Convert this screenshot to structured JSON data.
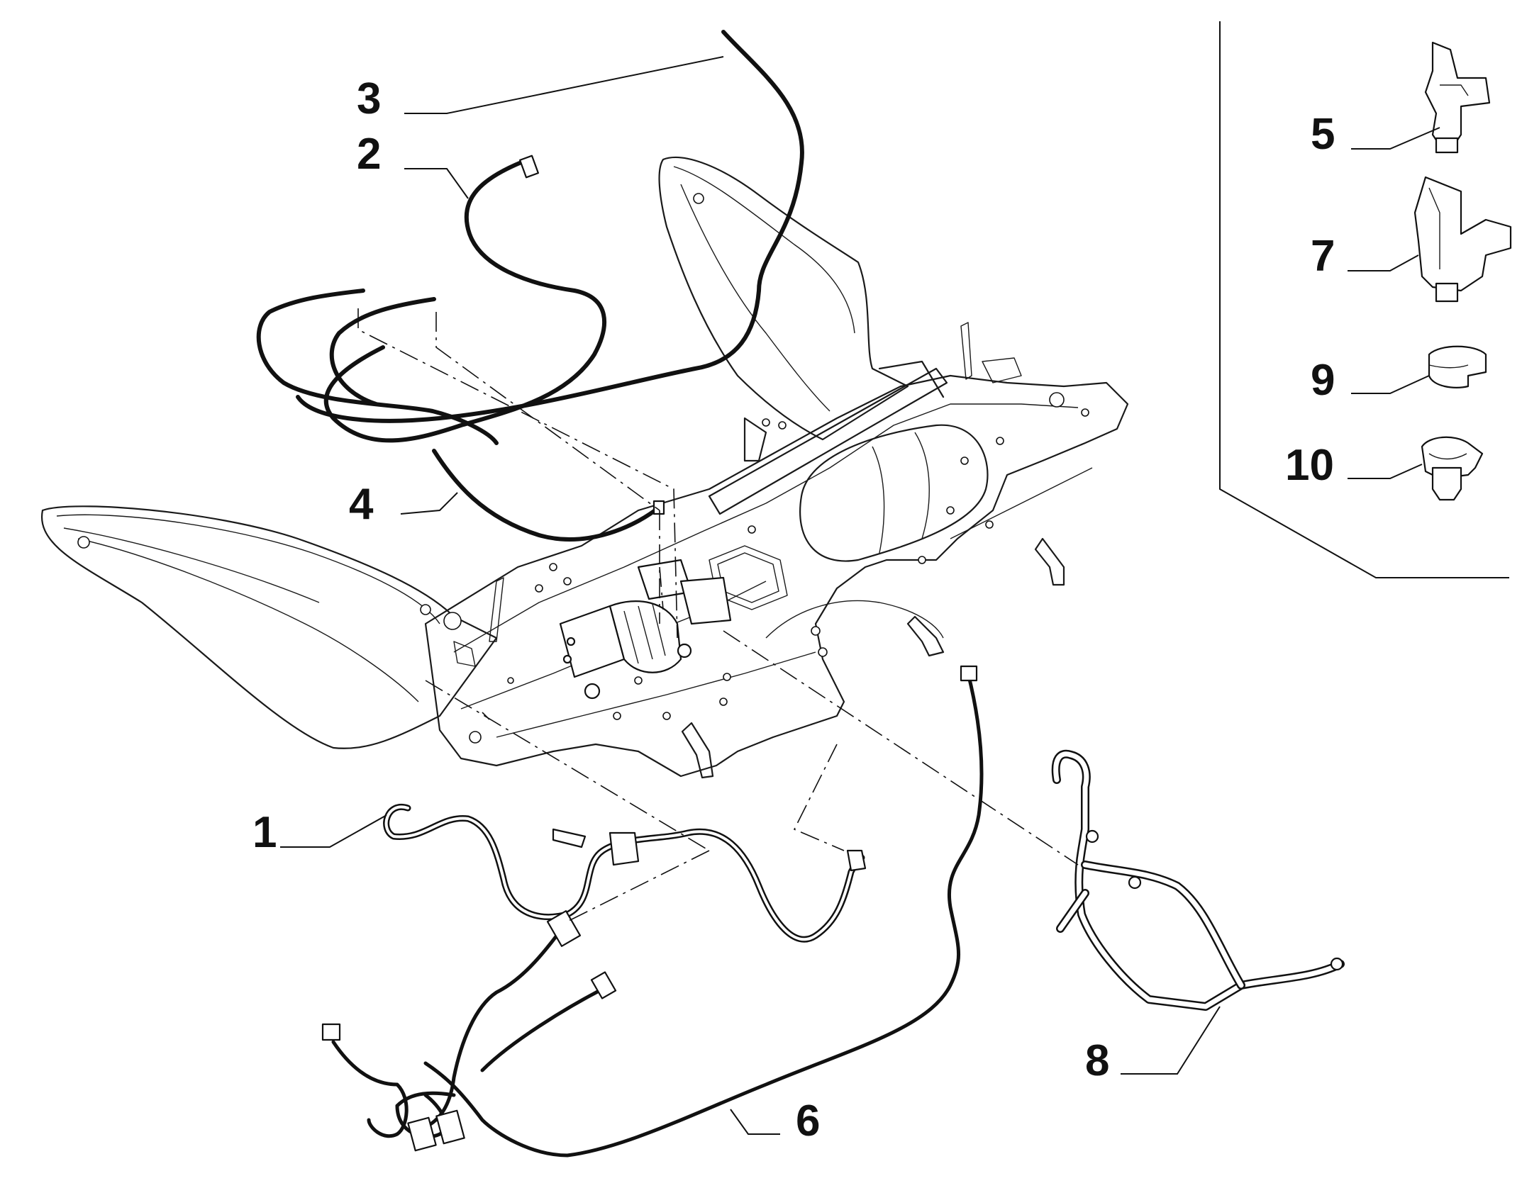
{
  "diagram": {
    "callouts": [
      {
        "id": "1",
        "label": "1"
      },
      {
        "id": "2",
        "label": "2"
      },
      {
        "id": "3",
        "label": "3"
      },
      {
        "id": "4",
        "label": "4"
      },
      {
        "id": "5",
        "label": "5"
      },
      {
        "id": "6",
        "label": "6"
      },
      {
        "id": "7",
        "label": "7"
      },
      {
        "id": "8",
        "label": "8"
      },
      {
        "id": "9",
        "label": "9"
      },
      {
        "id": "10",
        "label": "10"
      }
    ],
    "icons": {
      "subframe": "rear-subframe-icon",
      "compressor": "air-compressor-icon",
      "clip_5": "clip-icon",
      "clip_7": "bracket-clip-icon",
      "clip_9": "strap-clip-icon",
      "clip_10": "cable-clamp-icon"
    }
  }
}
